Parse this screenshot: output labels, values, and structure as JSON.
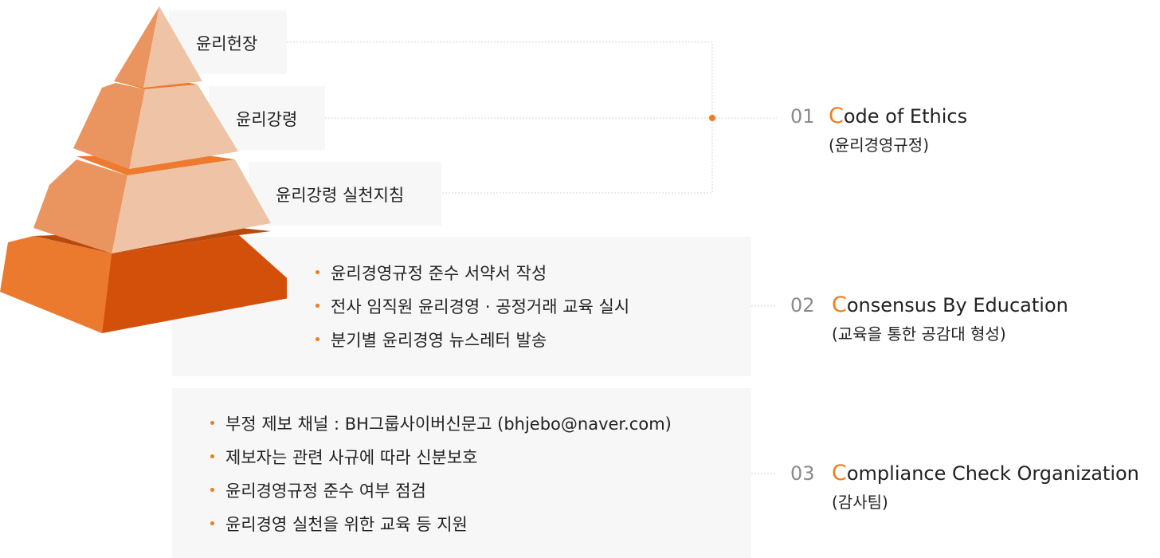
{
  "pyramid": {
    "levels": [
      "윤리헌장",
      "윤리강령",
      "윤리강령 실천지침"
    ]
  },
  "section1": {
    "number": "01",
    "title_first": "C",
    "title_rest": "ode of Ethics",
    "subtitle": "(윤리경영규정)"
  },
  "section2": {
    "number": "02",
    "title_first": "C",
    "title_rest": "onsensus By Education",
    "subtitle": "(교육을 통한 공감대 형성)",
    "bullets": [
      "윤리경영규정 준수 서약서 작성",
      "전사 임직원 윤리경영 ·  공정거래 교육 실시",
      "분기별 윤리경영 뉴스레터 발송"
    ]
  },
  "section3": {
    "number": "03",
    "title_first": "C",
    "title_rest": "ompliance Check Organization",
    "subtitle": "(감사팀)",
    "bullets": [
      "부정 제보 채널 : BH그룹사이버신문고 (bhjebo@naver.com)",
      "제보자는 관련 사규에 따라 신분보호",
      "윤리경영규정 준수 여부 점검",
      "윤리경영 실천을 위한 교육 등 지원"
    ]
  },
  "colors": {
    "accent": "#ee7d1c",
    "box_bg": "#f7f7f7",
    "number_gray": "#8a8a8a"
  }
}
